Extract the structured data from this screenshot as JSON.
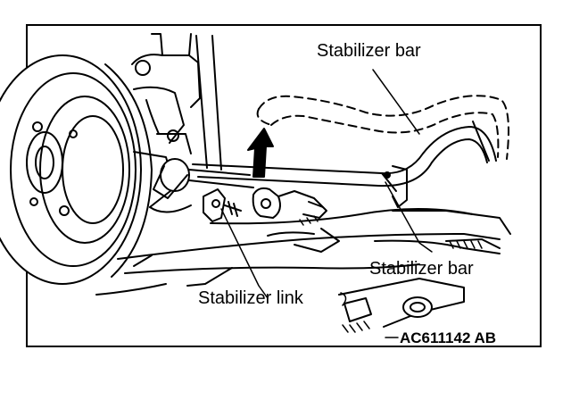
{
  "labels": {
    "stabilizer_bar_top": "Stabilizer bar",
    "stabilizer_bar_bottom": "Stabilizer bar",
    "stabilizer_link": "Stabilizer link",
    "figure_code": "AC611142 AB"
  },
  "colors": {
    "line": "#000000",
    "background": "#ffffff"
  }
}
